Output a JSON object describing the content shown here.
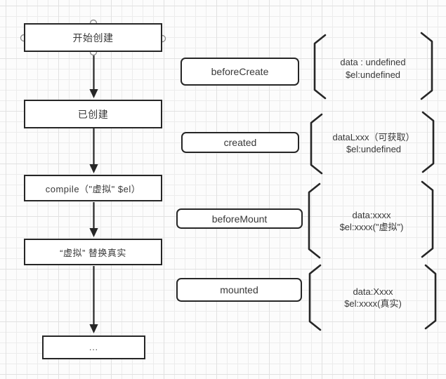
{
  "colors": {
    "canvas_bg": "#fcfcfc",
    "grid_minor": "#ececec",
    "grid_major": "#e1e1e1",
    "shape_border": "#262626",
    "shape_fill": "#ffffff",
    "text": "#383838",
    "handle_stroke": "#8f8f8f",
    "handle_fill": "#ffffff"
  },
  "flow_nodes": [
    {
      "label": "开始创建"
    },
    {
      "label": "已创建"
    },
    {
      "label": "compile（\"虚拟\" $el）"
    },
    {
      "label": "“虚拟” 替换真实"
    },
    {
      "label": "..."
    }
  ],
  "lifecycle_hooks": [
    {
      "label": "beforeCreate"
    },
    {
      "label": "created"
    },
    {
      "label": "beforeMount"
    },
    {
      "label": "mounted"
    }
  ],
  "state_annotations": [
    {
      "line1": "data : undefined",
      "line2": "$el:undefined"
    },
    {
      "line1": "dataLxxx（可获取）",
      "line2": "$el:undefined"
    },
    {
      "line1": "data:xxxx",
      "line2": "$el:xxxx(\"虚拟\")"
    },
    {
      "line1": "data:Xxxx",
      "line2": "$el:xxxx(真实)"
    }
  ]
}
